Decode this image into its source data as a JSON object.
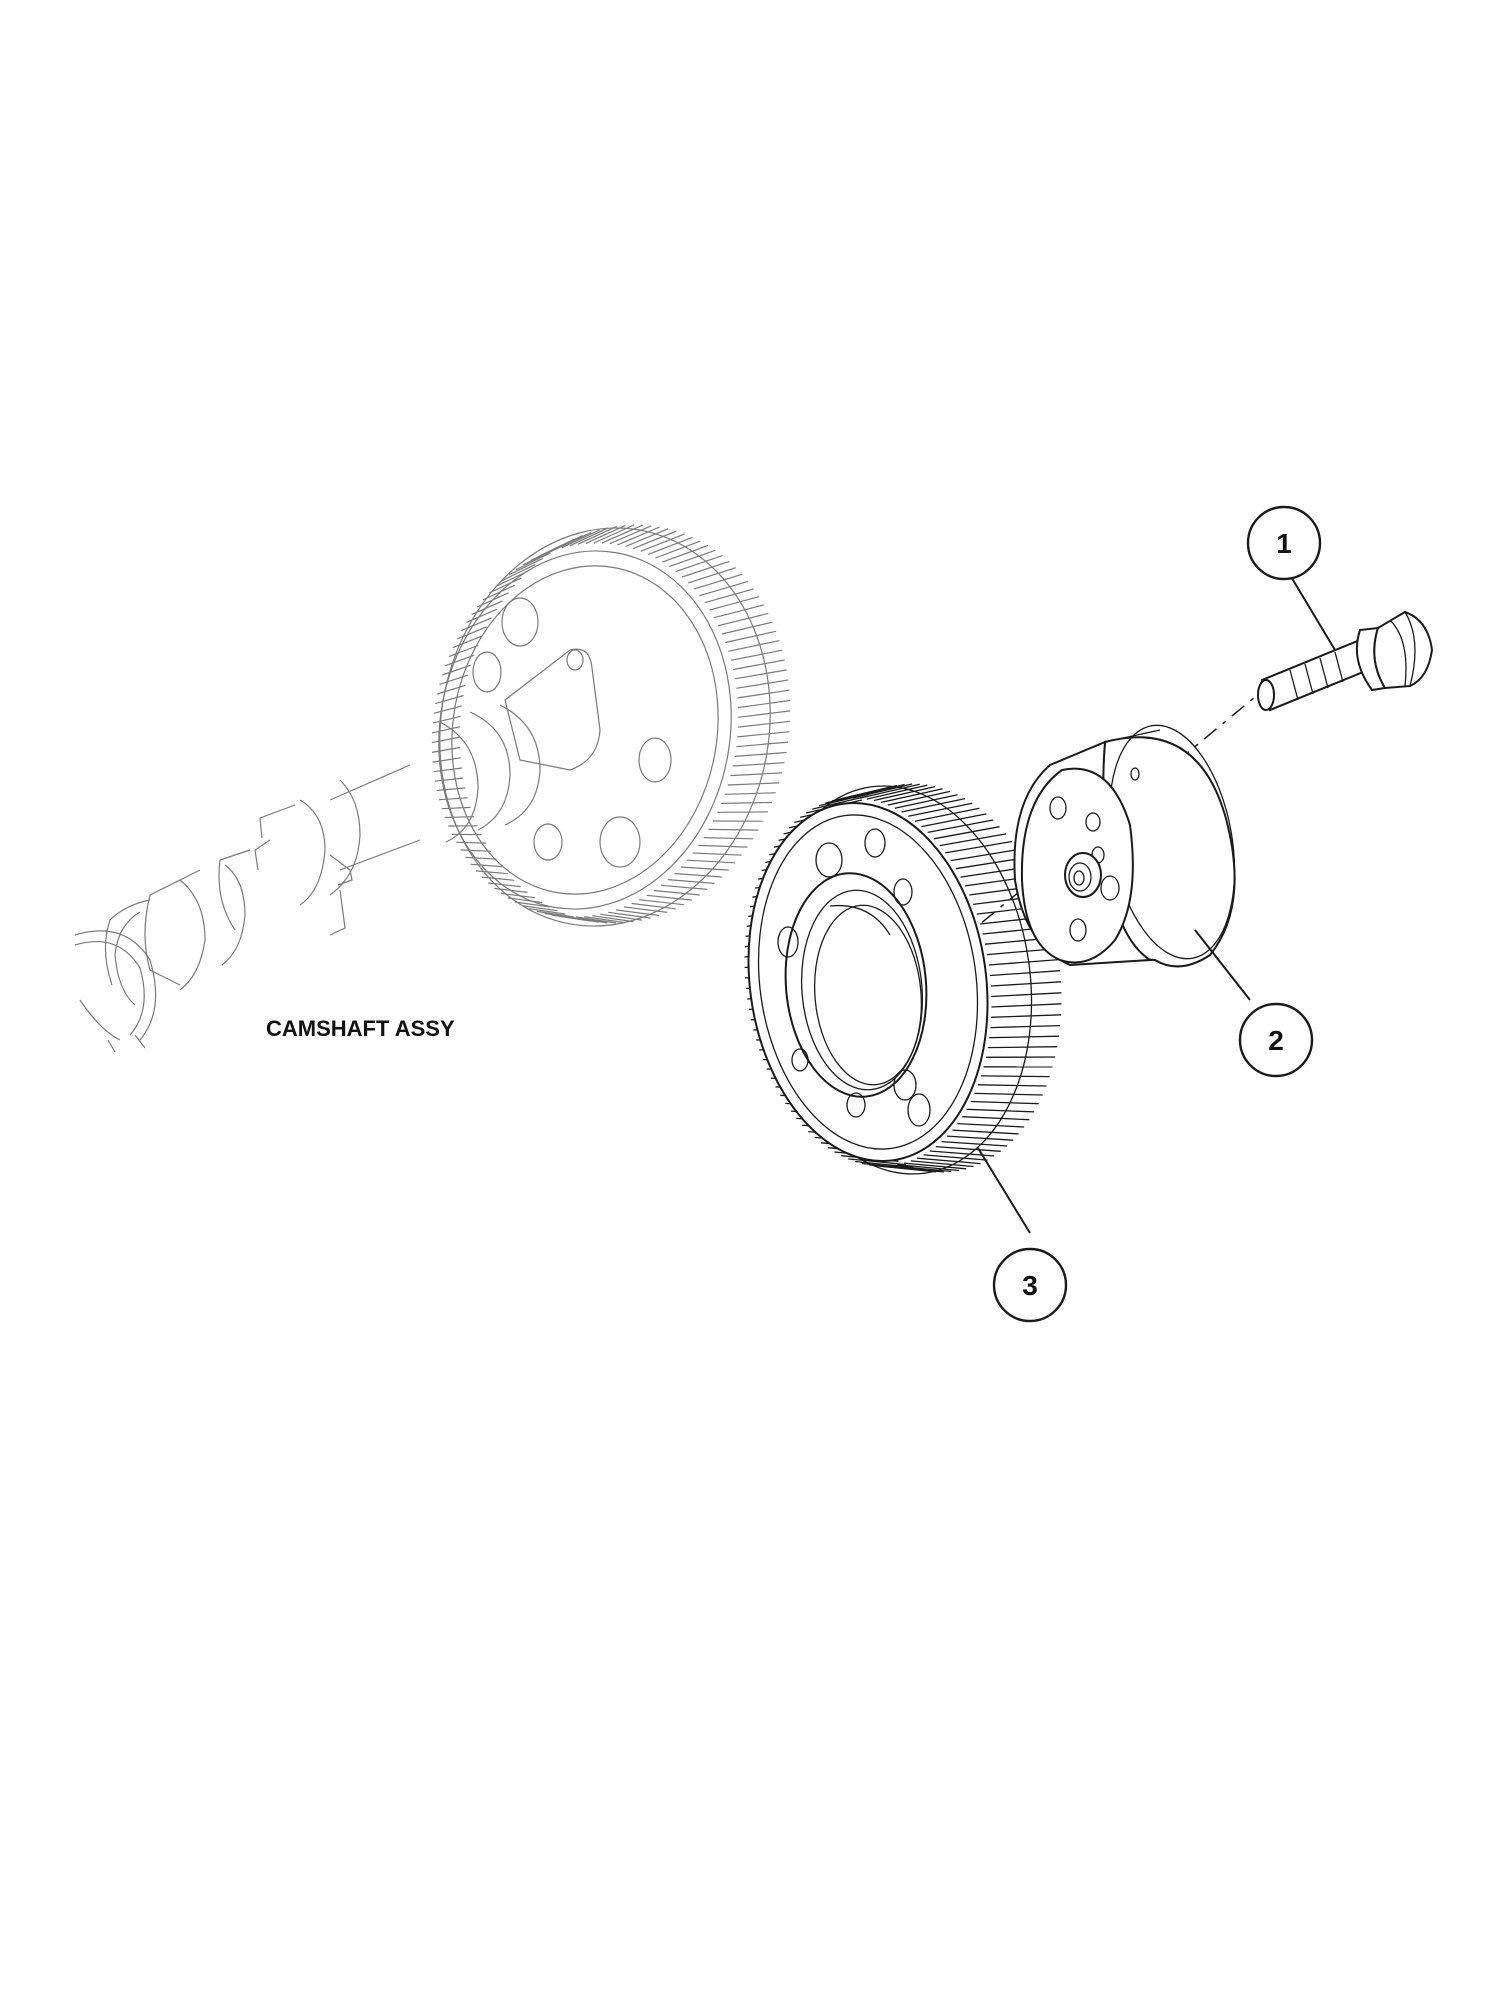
{
  "labels": {
    "camshaft_assy": "CAMSHAFT ASSY"
  },
  "callouts": [
    {
      "id": "1",
      "part": "bolt"
    },
    {
      "id": "2",
      "part": "hub"
    },
    {
      "id": "3",
      "part": "gear"
    }
  ]
}
